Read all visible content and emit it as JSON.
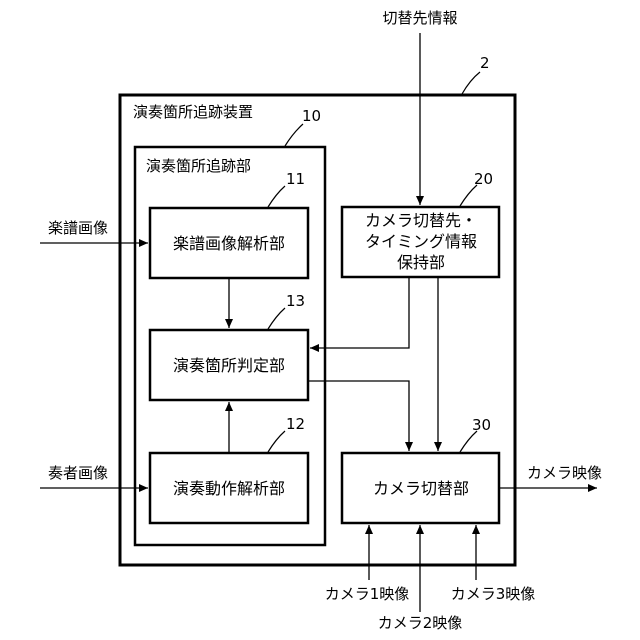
{
  "inputs": {
    "switch_dest_info": "切替先情報",
    "score_image": "楽譜画像",
    "performer_image": "奏者画像",
    "camera1": "カメラ1映像",
    "camera2": "カメラ2映像",
    "camera3": "カメラ3映像"
  },
  "outputs": {
    "camera_video": "カメラ映像"
  },
  "device": {
    "ref": "2",
    "title": "演奏箇所追跡装置"
  },
  "tracking_unit": {
    "ref": "10",
    "title": "演奏箇所追跡部"
  },
  "blocks": {
    "score_analysis": {
      "ref": "11",
      "label": "楽譜画像解析部"
    },
    "performance_analysis": {
      "ref": "12",
      "label": "演奏動作解析部"
    },
    "judgment": {
      "ref": "13",
      "label": "演奏箇所判定部"
    },
    "holding": {
      "ref": "20",
      "label_lines": [
        "カメラ切替先・",
        "タイミング情報",
        "保持部"
      ]
    },
    "switcher": {
      "ref": "30",
      "label": "カメラ切替部"
    }
  }
}
